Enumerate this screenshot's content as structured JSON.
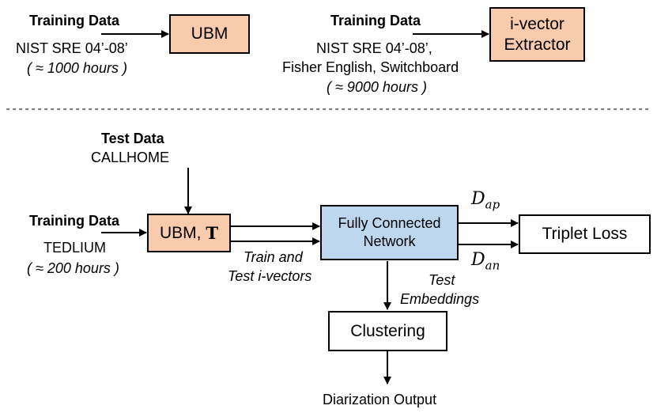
{
  "top_left": {
    "training_label": "Training Data",
    "source": "NIST SRE 04’-08’",
    "hours": "( ≈ 1000 hours )",
    "box": "UBM"
  },
  "top_right": {
    "training_label": "Training Data",
    "source_line1": "NIST SRE 04’-08’,",
    "source_line2": "Fisher English, Switchboard",
    "hours": "( ≈ 9000 hours )",
    "box_line1": "i-vector",
    "box_line2": "Extractor"
  },
  "bottom": {
    "test_label": "Test Data",
    "test_source": "CALLHOME",
    "training_label": "Training Data",
    "training_source": "TEDLIUM",
    "hours": "( ≈ 200 hours )",
    "ubm_box_prefix": "UBM, ",
    "ubm_box_T": "T",
    "fc_line1": "Fully Connected",
    "fc_line2": "Network",
    "ivec_line1": "Train and",
    "ivec_line2": "Test i-vectors",
    "d_ap_base": "D",
    "d_ap_sub": "ap",
    "d_an_base": "D",
    "d_an_sub": "an",
    "triplet_loss": "Triplet Loss",
    "emb_line1": "Test",
    "emb_line2": "Embeddings",
    "clustering": "Clustering",
    "output": "Diarization Output"
  },
  "colors": {
    "peach": "#f8cbad",
    "blue": "#bdd7ee"
  }
}
